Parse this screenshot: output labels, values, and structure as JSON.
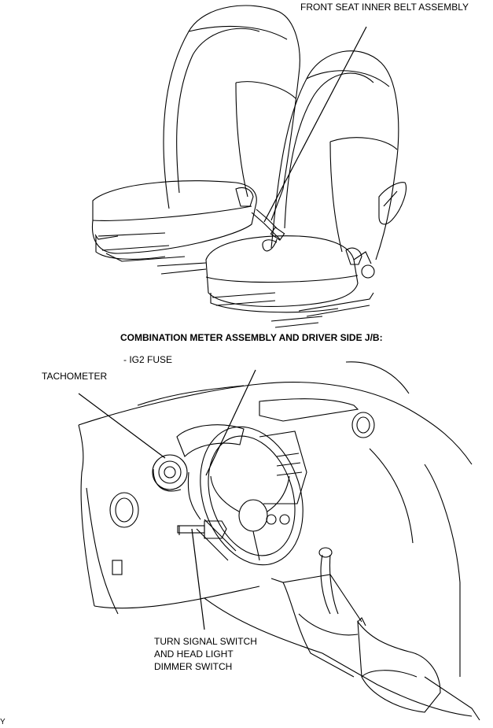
{
  "labels": {
    "seatbelt": "FRONT SEAT INNER BELT ASSEMBLY",
    "section_heading": "COMBINATION METER ASSEMBLY AND DRIVER SIDE J/B:",
    "fuse": "- IG2 FUSE",
    "tachometer": "TACHOMETER",
    "turn_signal_line1": "TURN SIGNAL SWITCH",
    "turn_signal_line2": "AND HEAD LIGHT",
    "turn_signal_line3": "DIMMER SWITCH",
    "corner_mark": "Y"
  }
}
